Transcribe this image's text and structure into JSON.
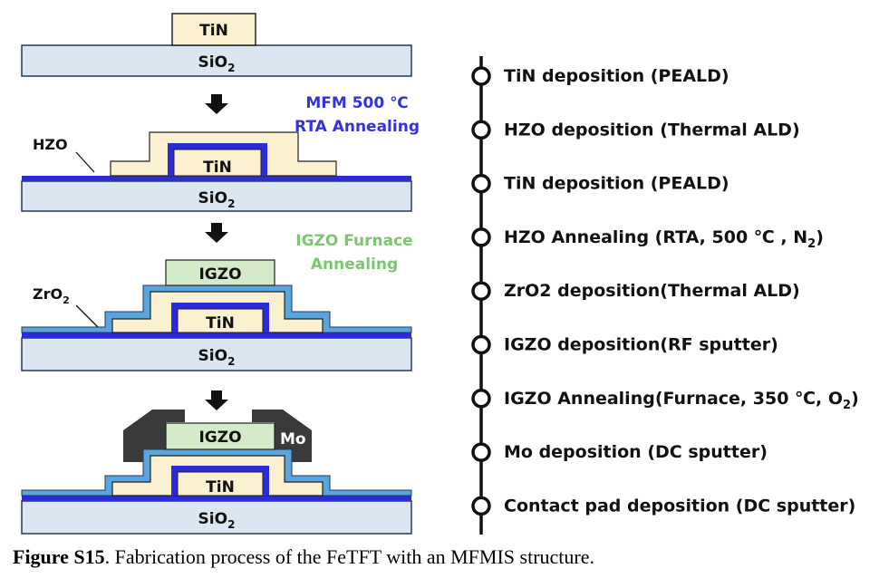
{
  "colors": {
    "substrate_fill": "#dbe6f1",
    "substrate_stroke": "#1f3a5f",
    "tin_fill": "#fbf0cf",
    "hzo_color": "#2b2bd8",
    "zro2_color": "#5aa5dd",
    "igzo_fill": "#d3ebc8",
    "mo_fill": "#3a3a3a",
    "mfm_text": "#3333dd",
    "igzo_anneal_text": "#7cc672",
    "timeline": "#111111"
  },
  "stack_labels": {
    "sio2": "SiO",
    "sio2_sub": "2",
    "tin": "TiN",
    "igzo": "IGZO",
    "mo": "Mo",
    "hzo_callout": "HZO",
    "zro2_callout": "ZrO",
    "zro2_callout_sub": "2"
  },
  "annotations": {
    "mfm_line1": "MFM 500 ℃",
    "mfm_line2": "RTA Annealing",
    "igzo_line1": "IGZO Furnace",
    "igzo_line2": "Annealing"
  },
  "steps": [
    {
      "text": "TiN deposition (PEALD)"
    },
    {
      "text": "HZO deposition (Thermal ALD)"
    },
    {
      "text": "TiN deposition (PEALD)"
    },
    {
      "text": "HZO Annealing (RTA, 500 ℃ ,  N",
      "sub": "2",
      "after": ")"
    },
    {
      "text": "ZrO2 deposition(Thermal ALD)"
    },
    {
      "text": "IGZO deposition(RF sputter)"
    },
    {
      "text": "IGZO Annealing(Furnace, 350 ℃, O",
      "sub": "2",
      "after": ")"
    },
    {
      "text": "Mo deposition (DC sputter)"
    },
    {
      "text": "Contact pad deposition (DC sputter)"
    }
  ],
  "caption": {
    "label": "Figure S15",
    "text": ". Fabrication process of the FeTFT with an MFMIS structure."
  }
}
